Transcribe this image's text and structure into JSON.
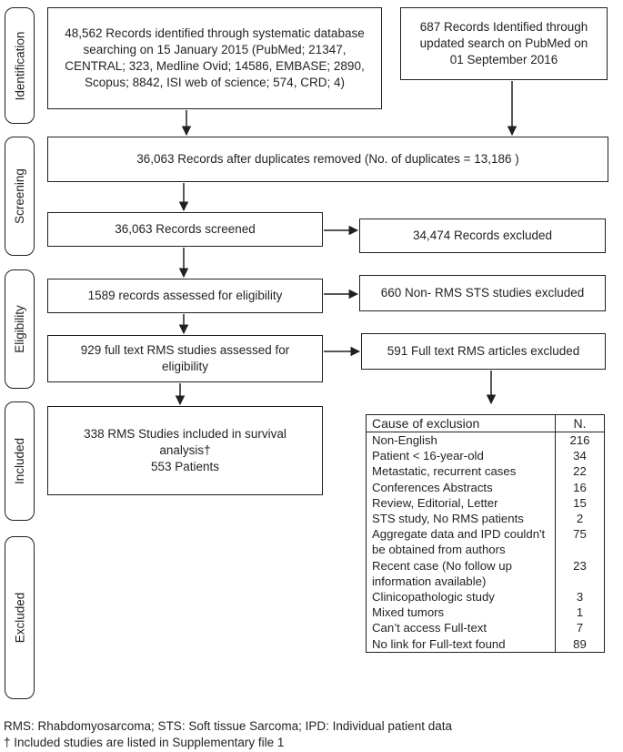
{
  "stages": {
    "identification": "Identification",
    "screening": "Screening",
    "eligibility": "Eligibility",
    "included": "Included",
    "excluded": "Excluded"
  },
  "boxes": {
    "db_search": "48,562 Records identified through systematic database searching on 15 January 2015 (PubMed; 21347, CENTRAL; 323, Medline Ovid; 14586, EMBASE; 2890, Scopus; 8842, ISI web of science; 574, CRD; 4)",
    "updated_search": "687 Records Identified through updated search on PubMed on 01 September 2016",
    "after_duplicates": "36,063 Records after duplicates removed (No. of duplicates = 13,186 )",
    "screened": "36,063 Records screened",
    "screen_excluded": "34,474 Records excluded",
    "assessed": "1589 records assessed for eligibility",
    "non_rms_excluded": "660 Non- RMS STS studies excluded",
    "full_text": "929 full text RMS studies assessed for eligibility",
    "full_text_excluded": "591 Full text RMS articles excluded",
    "included_line1": "338 RMS Studies included in survival analysis†",
    "included_line2": "553 Patients"
  },
  "exclusion_table": {
    "header": {
      "cause": "Cause of exclusion",
      "n": "N."
    },
    "rows": [
      {
        "cause": "Non-English",
        "n": "216"
      },
      {
        "cause": "Patient < 16-year-old",
        "n": "34"
      },
      {
        "cause": "Metastatic, recurrent cases",
        "n": "22"
      },
      {
        "cause": "Conferences Abstracts",
        "n": "16"
      },
      {
        "cause": "Review, Editorial, Letter",
        "n": "15"
      },
      {
        "cause": "STS study, No RMS patients",
        "n": "2"
      },
      {
        "cause": "Aggregate data and IPD couldn't be obtained from authors",
        "n": "75"
      },
      {
        "cause": "Recent case (No follow up information available)",
        "n": "23"
      },
      {
        "cause": "Clinicopathologic study",
        "n": "3"
      },
      {
        "cause": "Mixed tumors",
        "n": "1"
      },
      {
        "cause": "Can’t access Full-text",
        "n": "7"
      },
      {
        "cause": "No link for Full-text found",
        "n": "89"
      }
    ]
  },
  "footnotes": {
    "abbreviations": "RMS: Rhabdomyosarcoma; STS: Soft tissue Sarcoma; IPD: Individual patient data",
    "dagger": "† Included studies are listed in Supplementary file 1"
  }
}
